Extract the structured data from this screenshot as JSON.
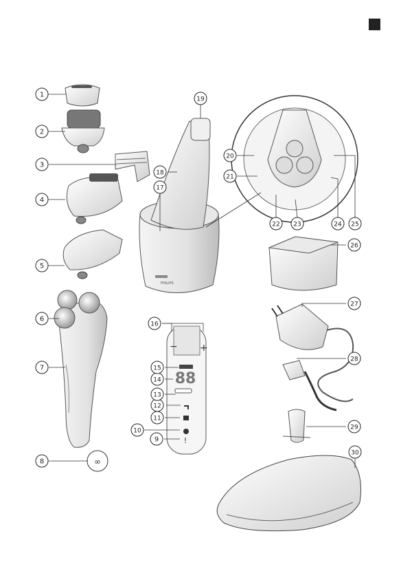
{
  "callouts": [
    "1",
    "2",
    "3",
    "4",
    "5",
    "6",
    "7",
    "8",
    "9",
    "10",
    "11",
    "12",
    "13",
    "14",
    "15",
    "16",
    "17",
    "18",
    "19",
    "20",
    "21",
    "22",
    "23",
    "24",
    "25",
    "26",
    "27",
    "28",
    "29",
    "30"
  ],
  "display": {
    "digits": "88",
    "minus": "−",
    "plus": "+",
    "alert": "!"
  },
  "brand": "PHILIPS"
}
